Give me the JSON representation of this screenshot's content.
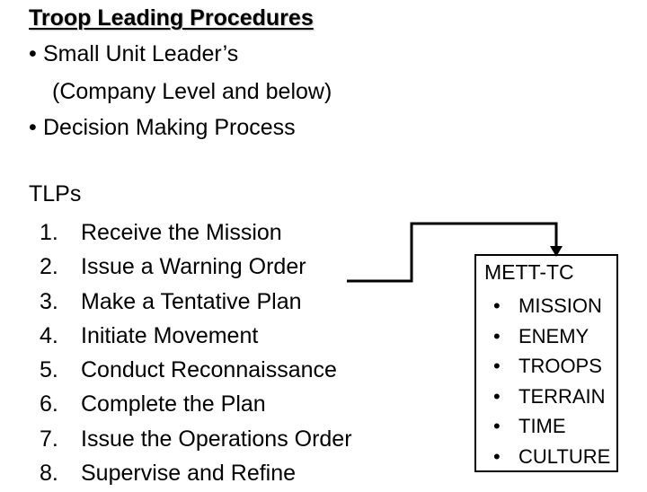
{
  "header": {
    "title": "Troop Leading Procedures",
    "bullets": [
      {
        "text": "Small Unit Leader’s",
        "continuation": "(Company Level and below)"
      },
      {
        "text": "Decision Making Process"
      }
    ]
  },
  "tlps": {
    "title": "TLPs",
    "steps": [
      {
        "num": "1.",
        "label": "Receive the Mission"
      },
      {
        "num": "2.",
        "label": "Issue a Warning Order"
      },
      {
        "num": "3.",
        "label": "Make a Tentative Plan"
      },
      {
        "num": "4.",
        "label": "Initiate Movement"
      },
      {
        "num": "5.",
        "label": "Conduct Reconnaissance"
      },
      {
        "num": "6.",
        "label": "Complete the Plan"
      },
      {
        "num": "7.",
        "label": "Issue the Operations Order"
      },
      {
        "num": "8.",
        "label": "Supervise and Refine"
      }
    ]
  },
  "mett": {
    "title": "METT-TC",
    "items": [
      "MISSION",
      "ENEMY",
      "TROOPS",
      "TERRAIN",
      "TIME",
      "CULTURE"
    ]
  }
}
